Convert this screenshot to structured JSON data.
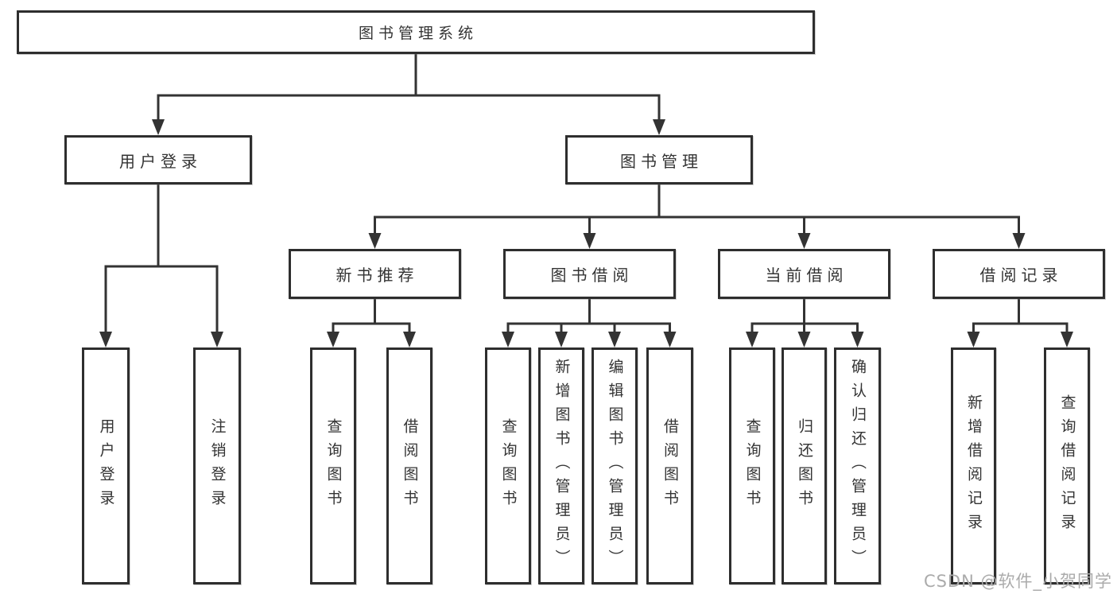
{
  "diagram": {
    "root": {
      "label": "图书管理系统"
    },
    "level1": [
      {
        "label": "用户登录"
      },
      {
        "label": "图书管理"
      }
    ],
    "level2": [
      {
        "label": "新书推荐"
      },
      {
        "label": "图书借阅"
      },
      {
        "label": "当前借阅"
      },
      {
        "label": "借阅记录"
      }
    ],
    "leaves": [
      "用户登录",
      "注销登录",
      "查询图书",
      "借阅图书",
      "查询图书",
      "新增图书（管理员）",
      "编辑图书（管理员）",
      "借阅图书",
      "查询图书",
      "归还图书",
      "确认归还（管理员）",
      "新增借阅记录",
      "查询借阅记录"
    ]
  },
  "watermark": {
    "text": "CSDN @软件_小贺同学"
  },
  "colors": {
    "line": "#333333",
    "text": "#333333",
    "watermark": "#ababab",
    "background": "#ffffff"
  }
}
